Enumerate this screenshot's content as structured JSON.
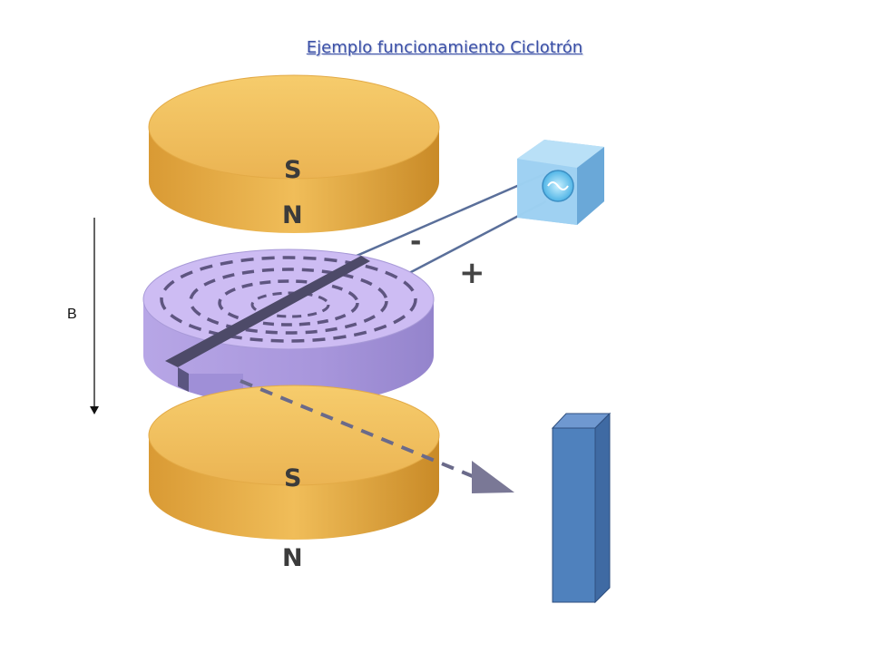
{
  "title": "Ejemplo funcionamiento Ciclotrón",
  "field_label": "B",
  "magnets": {
    "top": {
      "south": "S",
      "north": "N"
    },
    "bottom": {
      "south": "S",
      "north": "N"
    }
  },
  "electrodes": {
    "negative": "-",
    "positive": "+"
  },
  "colors": {
    "magnet": "#e9b24f",
    "dees": "#c6b6f0",
    "oscillator": "#7cc8ee",
    "target": "#4f81bd",
    "title": "#3a4fa6"
  }
}
